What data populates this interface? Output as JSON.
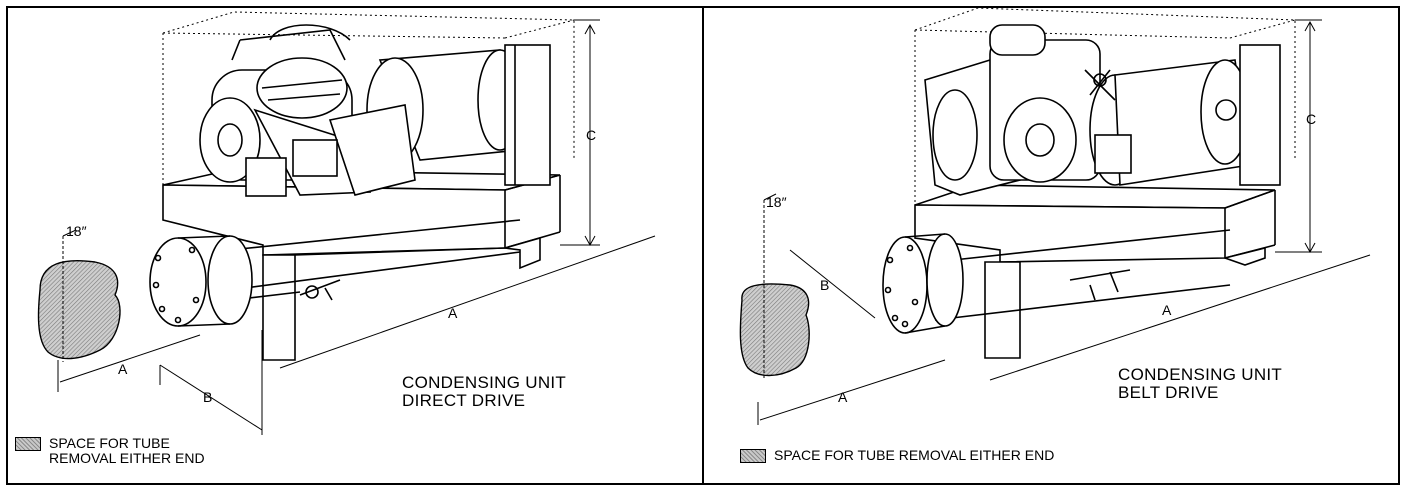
{
  "left_panel": {
    "caption_line1": "CONDENSING UNIT",
    "caption_line2": "DIRECT DRIVE",
    "legend_line1": "SPACE FOR TUBE",
    "legend_line2": "REMOVAL EITHER END",
    "dims": {
      "a_top": "A",
      "a_bottom": "A",
      "b": "B",
      "c": "C",
      "clearance": "18″"
    }
  },
  "right_panel": {
    "caption_line1": "CONDENSING UNIT",
    "caption_line2": "BELT DRIVE",
    "legend": "SPACE FOR TUBE REMOVAL EITHER END",
    "dims": {
      "a_top": "A",
      "a_bottom": "A",
      "b": "B",
      "c": "C",
      "clearance": "18″"
    }
  },
  "colors": {
    "line": "#000000",
    "hatch": "#a0a0a0",
    "background": "#ffffff"
  }
}
